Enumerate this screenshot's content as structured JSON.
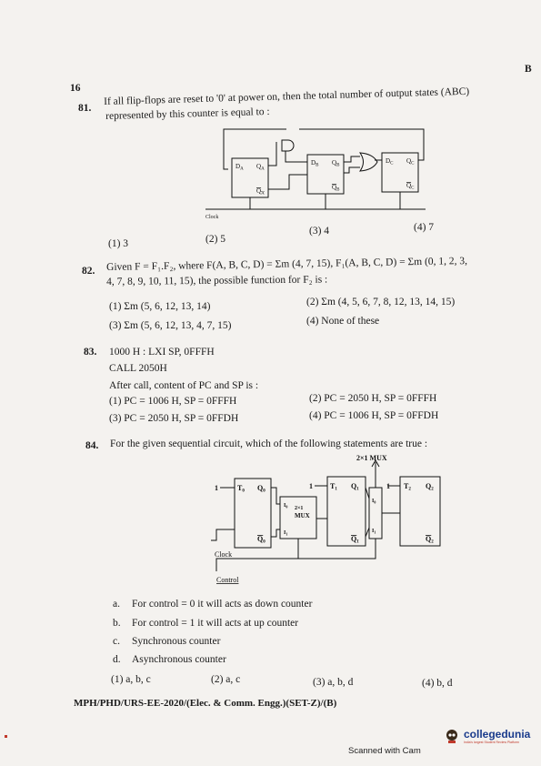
{
  "page": {
    "number": "16",
    "set_code": "B",
    "footer": "MPH/PHD/URS-EE-2020/(Elec. & Comm. Engg.)(SET-Z)/(B)",
    "scanner": "Scanned with Cam",
    "logo": {
      "name": "collegedunia",
      "tagline": "India's largest Student Review Platform"
    }
  },
  "q81": {
    "num": "81.",
    "line1": "If all flip-flops are reset to '0' at power on, then the total number of output states (ABC)",
    "line2": "represented by this counter is equal to :",
    "diagram": {
      "ff": [
        {
          "d": "D",
          "ds": "A",
          "q": "Q",
          "qs": "A",
          "qb": "Q",
          "qbs": "A"
        },
        {
          "d": "D",
          "ds": "B",
          "q": "Q",
          "qs": "B",
          "qb": "Q",
          "qbs": "B"
        },
        {
          "d": "D",
          "ds": "C",
          "q": "Q",
          "qs": "C",
          "qb": "Q",
          "qbs": "C"
        }
      ],
      "clock": "Clock"
    },
    "options": [
      "(1) 3",
      "(2) 5",
      "(3) 4",
      "(4) 7"
    ]
  },
  "q82": {
    "num": "82.",
    "line1": "Given F = F₁.F₂, where F(A, B, C, D) = Σm (4, 7, 15), F₁(A, B, C, D) = Σm (0, 1, 2, 3,",
    "line2": "4, 7, 8, 9, 10, 11, 15), the possible function for F₂ is :",
    "options": [
      "(1) Σm (5, 6, 12, 13, 14)",
      "(2) Σm (4, 5, 6, 7, 8, 12, 13, 14, 15)",
      "(3) Σm (5, 6, 12, 13, 4, 7, 15)",
      "(4) None of these"
    ]
  },
  "q83": {
    "num": "83.",
    "line1": "1000 H : LXI SP, 0FFFH",
    "line2": "CALL 2050H",
    "line3": "After call, content of PC and SP is :",
    "options": [
      "(1) PC = 1006 H, SP = 0FFFH",
      "(2) PC = 2050 H, SP = 0FFFH",
      "(3) PC = 2050 H, SP = 0FFDH",
      "(4) PC = 1006 H, SP = 0FFDH"
    ]
  },
  "q84": {
    "num": "84.",
    "line1": "For the given sequential circuit, which of the following statements are true :",
    "diagram": {
      "mux_top": "2×1 MUX",
      "mux_mid": [
        "2×1",
        "MUX"
      ],
      "one": "1",
      "t0": "T",
      "t0s": "0",
      "q0": "Q",
      "q0s": "0",
      "t1": "T",
      "t1s": "1",
      "q1": "Q",
      "q1s": "1",
      "t2": "T",
      "t2s": "2",
      "q2": "Q",
      "q2s": "2",
      "i0": "I",
      "i0s": "0",
      "i1": "I",
      "i1s": "1",
      "clock": "Clock",
      "control": "Control"
    },
    "statements": [
      {
        "label": "a.",
        "text": "For control = 0 it will acts as down counter"
      },
      {
        "label": "b.",
        "text": "For control = 1 it will acts at up counter"
      },
      {
        "label": "c.",
        "text": "Synchronous counter"
      },
      {
        "label": "d.",
        "text": "Asynchronous counter"
      }
    ],
    "options": [
      "(1) a, b, c",
      "(2) a, c",
      "(3) a, b, d",
      "(4) b, d"
    ]
  }
}
